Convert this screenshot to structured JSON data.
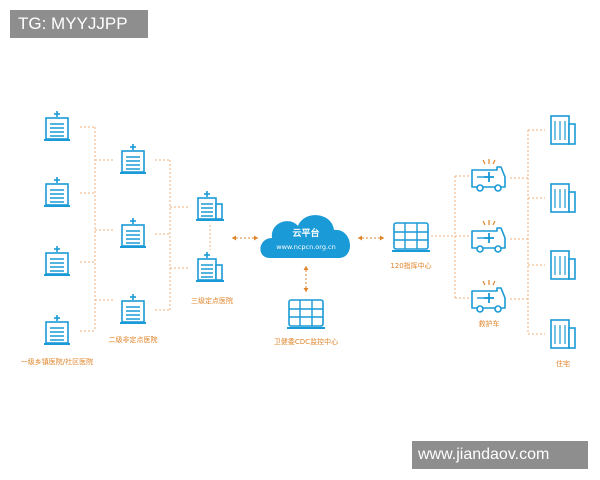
{
  "watermark_top": "TG: MYYJJPP",
  "watermark_bottom": "www.jiandaov.com",
  "cloud": {
    "title": "云平台",
    "url": "www.ncpcn.org.cn"
  },
  "labels": {
    "level1": "一级乡镇医院/社区医院",
    "level2": "二级非定点医院",
    "level3": "三级定点医院",
    "cdc": "卫健委CDC监控中心",
    "center120": "120指挥中心",
    "ambulance": "救护车",
    "residence": "住宅"
  },
  "colors": {
    "blue": "#1a9ad6",
    "orange": "#e0842a",
    "line": "#f0b27a"
  }
}
